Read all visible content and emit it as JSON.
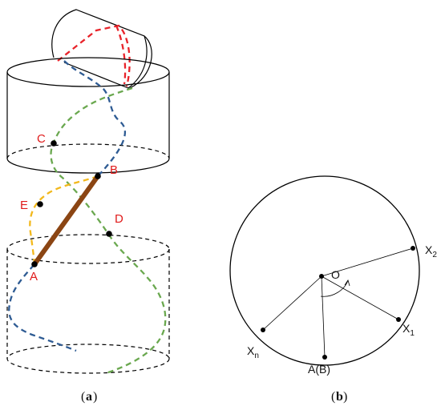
{
  "panel_a": {
    "points": {
      "A": "A",
      "B": "B",
      "C": "C",
      "D": "D",
      "E": "E"
    },
    "caption_letter": "a"
  },
  "panel_b": {
    "center": "O",
    "x2_base": "X",
    "x2_sub": "2",
    "x1_base": "X",
    "x1_sub": "1",
    "xn_base": "X",
    "xn_sub": "n",
    "ab": "A(B)",
    "caption_letter": "b"
  },
  "colors": {
    "red_curve": "#e8232a",
    "blue_curve": "#2e5b93",
    "green_curve": "#6aa84f",
    "yellow_curve": "#f2b81c",
    "rod": "#8b4513",
    "labels": "#e01b1b"
  }
}
